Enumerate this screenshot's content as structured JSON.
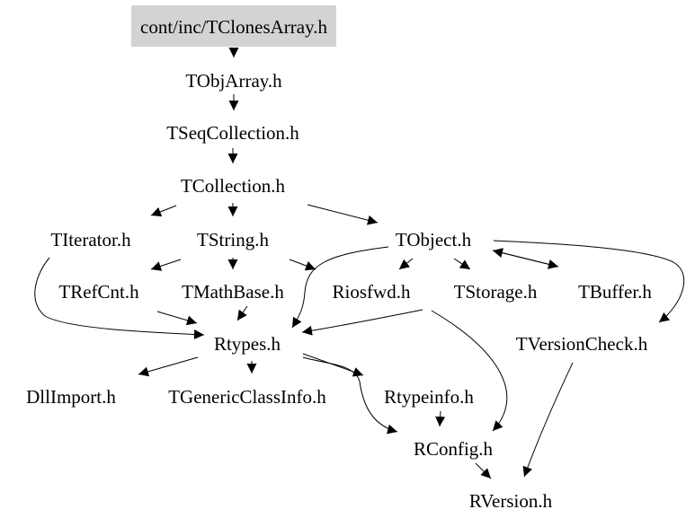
{
  "graph": {
    "root": "cont/inc/TClonesArray.h",
    "root_fill": "#d3d3d3",
    "nodes": {
      "tobjarray": "TObjArray.h",
      "tseqcollection": "TSeqCollection.h",
      "tcollection": "TCollection.h",
      "titerator": "TIterator.h",
      "tstring": "TString.h",
      "tobject": "TObject.h",
      "trefcnt": "TRefCnt.h",
      "tmathbase": "TMathBase.h",
      "riosfwd": "Riosfwd.h",
      "tstorage": "TStorage.h",
      "tbuffer": "TBuffer.h",
      "rtypes": "Rtypes.h",
      "tversioncheck": "TVersionCheck.h",
      "dllimport": "DllImport.h",
      "tgenericclassinfo": "TGenericClassInfo.h",
      "rtypeinfo": "Rtypeinfo.h",
      "rconfig": "RConfig.h",
      "rversion": "RVersion.h"
    },
    "edges": [
      [
        "root",
        "tobjarray"
      ],
      [
        "tobjarray",
        "tseqcollection"
      ],
      [
        "tseqcollection",
        "tcollection"
      ],
      [
        "tcollection",
        "titerator"
      ],
      [
        "tcollection",
        "tstring"
      ],
      [
        "tcollection",
        "tobject"
      ],
      [
        "titerator",
        "rtypes"
      ],
      [
        "tstring",
        "trefcnt"
      ],
      [
        "tstring",
        "tmathbase"
      ],
      [
        "tstring",
        "riosfwd"
      ],
      [
        "tobject",
        "riosfwd"
      ],
      [
        "tobject",
        "tstorage"
      ],
      [
        "tobject",
        "tbuffer"
      ],
      [
        "tbuffer",
        "tobject"
      ],
      [
        "tobject",
        "rtypes"
      ],
      [
        "tobject",
        "tversioncheck"
      ],
      [
        "trefcnt",
        "rtypes"
      ],
      [
        "tmathbase",
        "rtypes"
      ],
      [
        "tstorage",
        "rtypes"
      ],
      [
        "tstorage",
        "rconfig"
      ],
      [
        "rtypes",
        "dllimport"
      ],
      [
        "rtypes",
        "tgenericclassinfo"
      ],
      [
        "rtypes",
        "rtypeinfo"
      ],
      [
        "rtypes",
        "rconfig"
      ],
      [
        "rtypeinfo",
        "rconfig"
      ],
      [
        "rconfig",
        "rversion"
      ],
      [
        "tversioncheck",
        "rversion"
      ]
    ]
  }
}
